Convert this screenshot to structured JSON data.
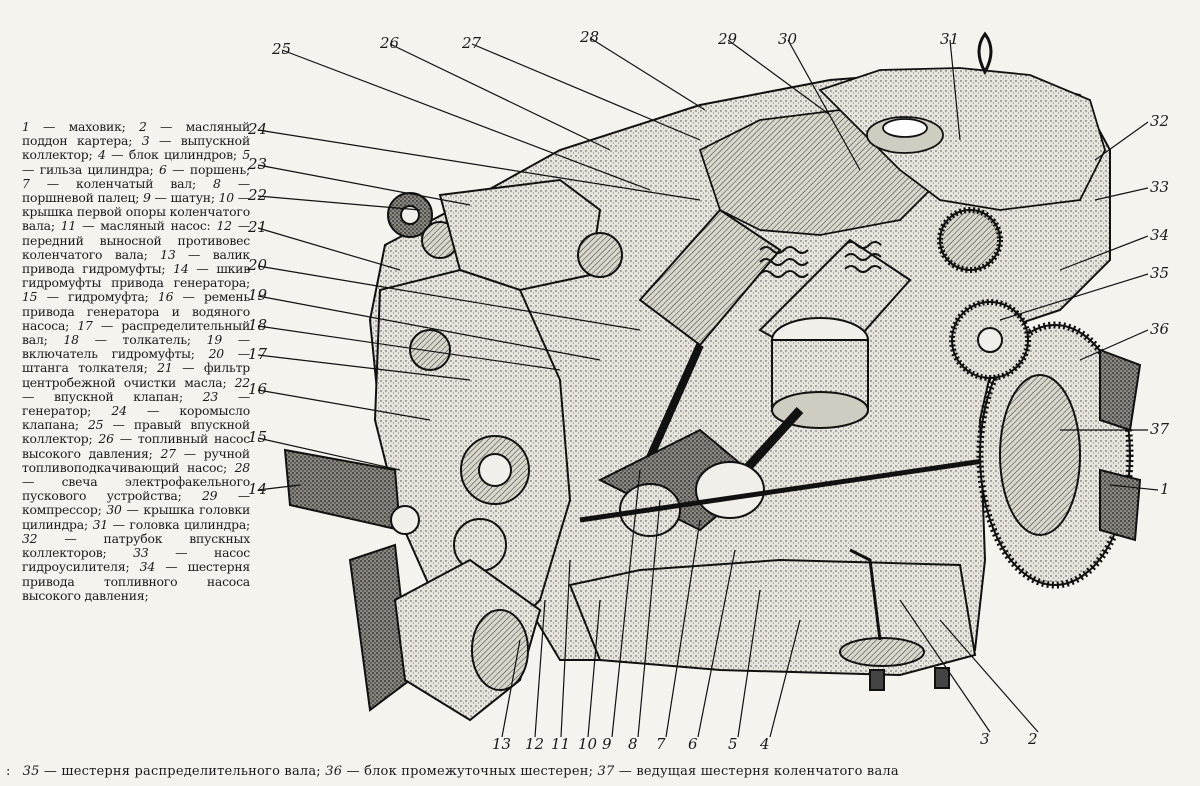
{
  "legend_items": [
    {
      "n": "1",
      "text": "маховик;"
    },
    {
      "n": "2",
      "text": "масляный поддон картера;"
    },
    {
      "n": "3",
      "text": "выпускной коллектор;"
    },
    {
      "n": "4",
      "text": "блок цилиндров;"
    },
    {
      "n": "5",
      "text": "гильза цилиндра;"
    },
    {
      "n": "6",
      "text": "поршень;"
    },
    {
      "n": "7",
      "text": "коленчатый вал;"
    },
    {
      "n": "8",
      "text": "поршневой палец;"
    },
    {
      "n": "9",
      "text": "шатун;"
    },
    {
      "n": "10",
      "text": "крышка первой опоры коленчатого вала;"
    },
    {
      "n": "11",
      "text": "масляный насос:"
    },
    {
      "n": "12",
      "text": "передний выносной противовес коленчатого вала;"
    },
    {
      "n": "13",
      "text": "валик привода гидромуфты;"
    },
    {
      "n": "14",
      "text": "шкив гидромуфты привода генератора;"
    },
    {
      "n": "15",
      "text": "гидромуфта;"
    },
    {
      "n": "16",
      "text": "ремень привода генератора и водяного насоса;"
    },
    {
      "n": "17",
      "text": "распределительный вал;"
    },
    {
      "n": "18",
      "text": "толкатель;"
    },
    {
      "n": "19",
      "text": "включатель гидромуфты;"
    },
    {
      "n": "20",
      "text": "штанга толкателя;"
    },
    {
      "n": "21",
      "text": "фильтр центробежной очистки масла;"
    },
    {
      "n": "22",
      "text": "впускной клапан;"
    },
    {
      "n": "23",
      "text": "генератор;"
    },
    {
      "n": "24",
      "text": "коромысло клапана;"
    },
    {
      "n": "25",
      "text": "правый впускной коллектор;"
    },
    {
      "n": "26",
      "text": "топливный насос высокого давления;"
    },
    {
      "n": "27",
      "text": "ручной топливоподкачивающий насос;"
    },
    {
      "n": "28",
      "text": "свеча электрофакельного пускового устройства;"
    },
    {
      "n": "29",
      "text": "компрессор;"
    },
    {
      "n": "30",
      "text": "крышка головки цилиндра;"
    },
    {
      "n": "31",
      "text": "головка цилиндра;"
    },
    {
      "n": "32",
      "text": "патрубок впускных коллекторов;"
    },
    {
      "n": "33",
      "text": "насос гидроусилителя;"
    },
    {
      "n": "34",
      "text": "шестерня привода топливного насоса высокого давления;"
    }
  ],
  "footer": {
    "prefix": ":",
    "items": [
      {
        "n": "35",
        "text": "шестерня распределительного вала;"
      },
      {
        "n": "36",
        "text": "блок промежуточных шестерен;"
      },
      {
        "n": "37",
        "text": "ведущая шестерня коленчатого вала"
      }
    ]
  },
  "callouts": [
    "1",
    "2",
    "3",
    "4",
    "5",
    "6",
    "7",
    "8",
    "9",
    "10",
    "11",
    "12",
    "13",
    "14",
    "15",
    "16",
    "17",
    "18",
    "19",
    "20",
    "21",
    "22",
    "23",
    "24",
    "25",
    "26",
    "27",
    "28",
    "29",
    "30",
    "31",
    "32",
    "33",
    "34",
    "35",
    "36",
    "37"
  ],
  "colors": {
    "paper": "#f4f3ee",
    "ink": "#1a1a1a"
  }
}
